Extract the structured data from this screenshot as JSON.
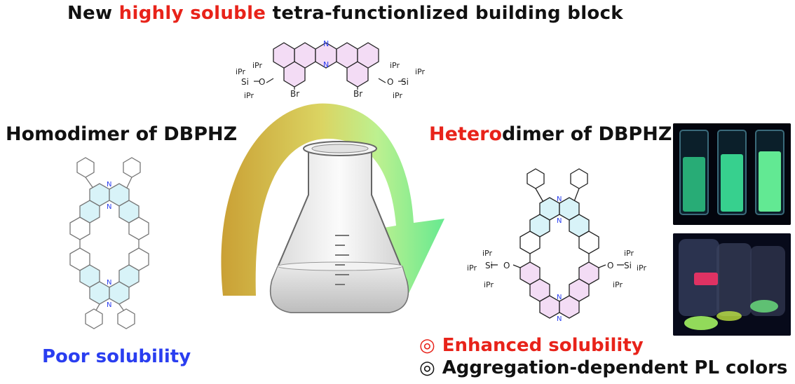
{
  "title": {
    "part1": "New ",
    "highlight": "highly soluble",
    "part2": " tetra-functionlized building block"
  },
  "homodimer": {
    "title": "Homodimer of DBPHZ",
    "note": "Poor solubility"
  },
  "heterodimer": {
    "title_highlight": "Hetero",
    "title_rest": "dimer of DBPHZ"
  },
  "bullets": [
    {
      "mark": "◎",
      "text": "Enhanced solubility",
      "color": "#e8231a"
    },
    {
      "mark": "◎",
      "text": "Aggregation-dependent PL colors",
      "color": "#111111"
    }
  ],
  "atom_labels": {
    "N": "N",
    "Br": "Br",
    "O": "O",
    "Si": "Si",
    "iPr": "iPr"
  },
  "colors": {
    "highlight_red": "#e8231a",
    "poor_blue": "#2a3ef0",
    "ring_pink": "#f3dcf5",
    "ring_cyan": "#d8f3f8",
    "arrow_start": "#c79b2a",
    "arrow_end": "#5fe88a",
    "fluorescence_green": "#33ff99"
  }
}
